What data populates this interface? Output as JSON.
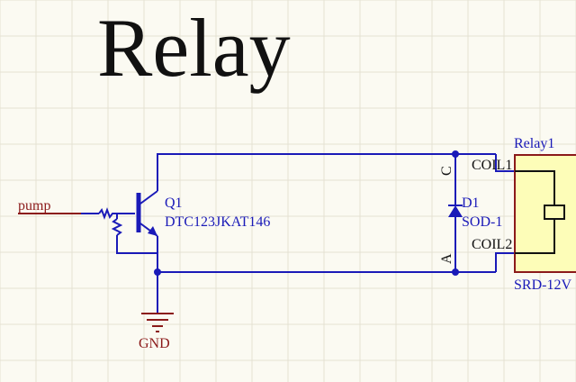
{
  "title": "Relay",
  "net_labels": {
    "input": "pump",
    "ground": "GND"
  },
  "transistor": {
    "designator": "Q1",
    "part": "DTC123JKAT146"
  },
  "diode": {
    "designator": "D1",
    "package": "SOD-1",
    "pin_cathode": "C",
    "pin_anode": "A"
  },
  "relay": {
    "designator": "Relay1",
    "pin1": "COIL1",
    "pin2": "COIL2",
    "part": "SRD-12V"
  },
  "colors": {
    "wire": "#1a1ab8",
    "net_label": "#8b1a1a",
    "relay_fill": "#fdfdb8",
    "relay_border": "#8b1a1a",
    "background": "#fbfaf2"
  }
}
